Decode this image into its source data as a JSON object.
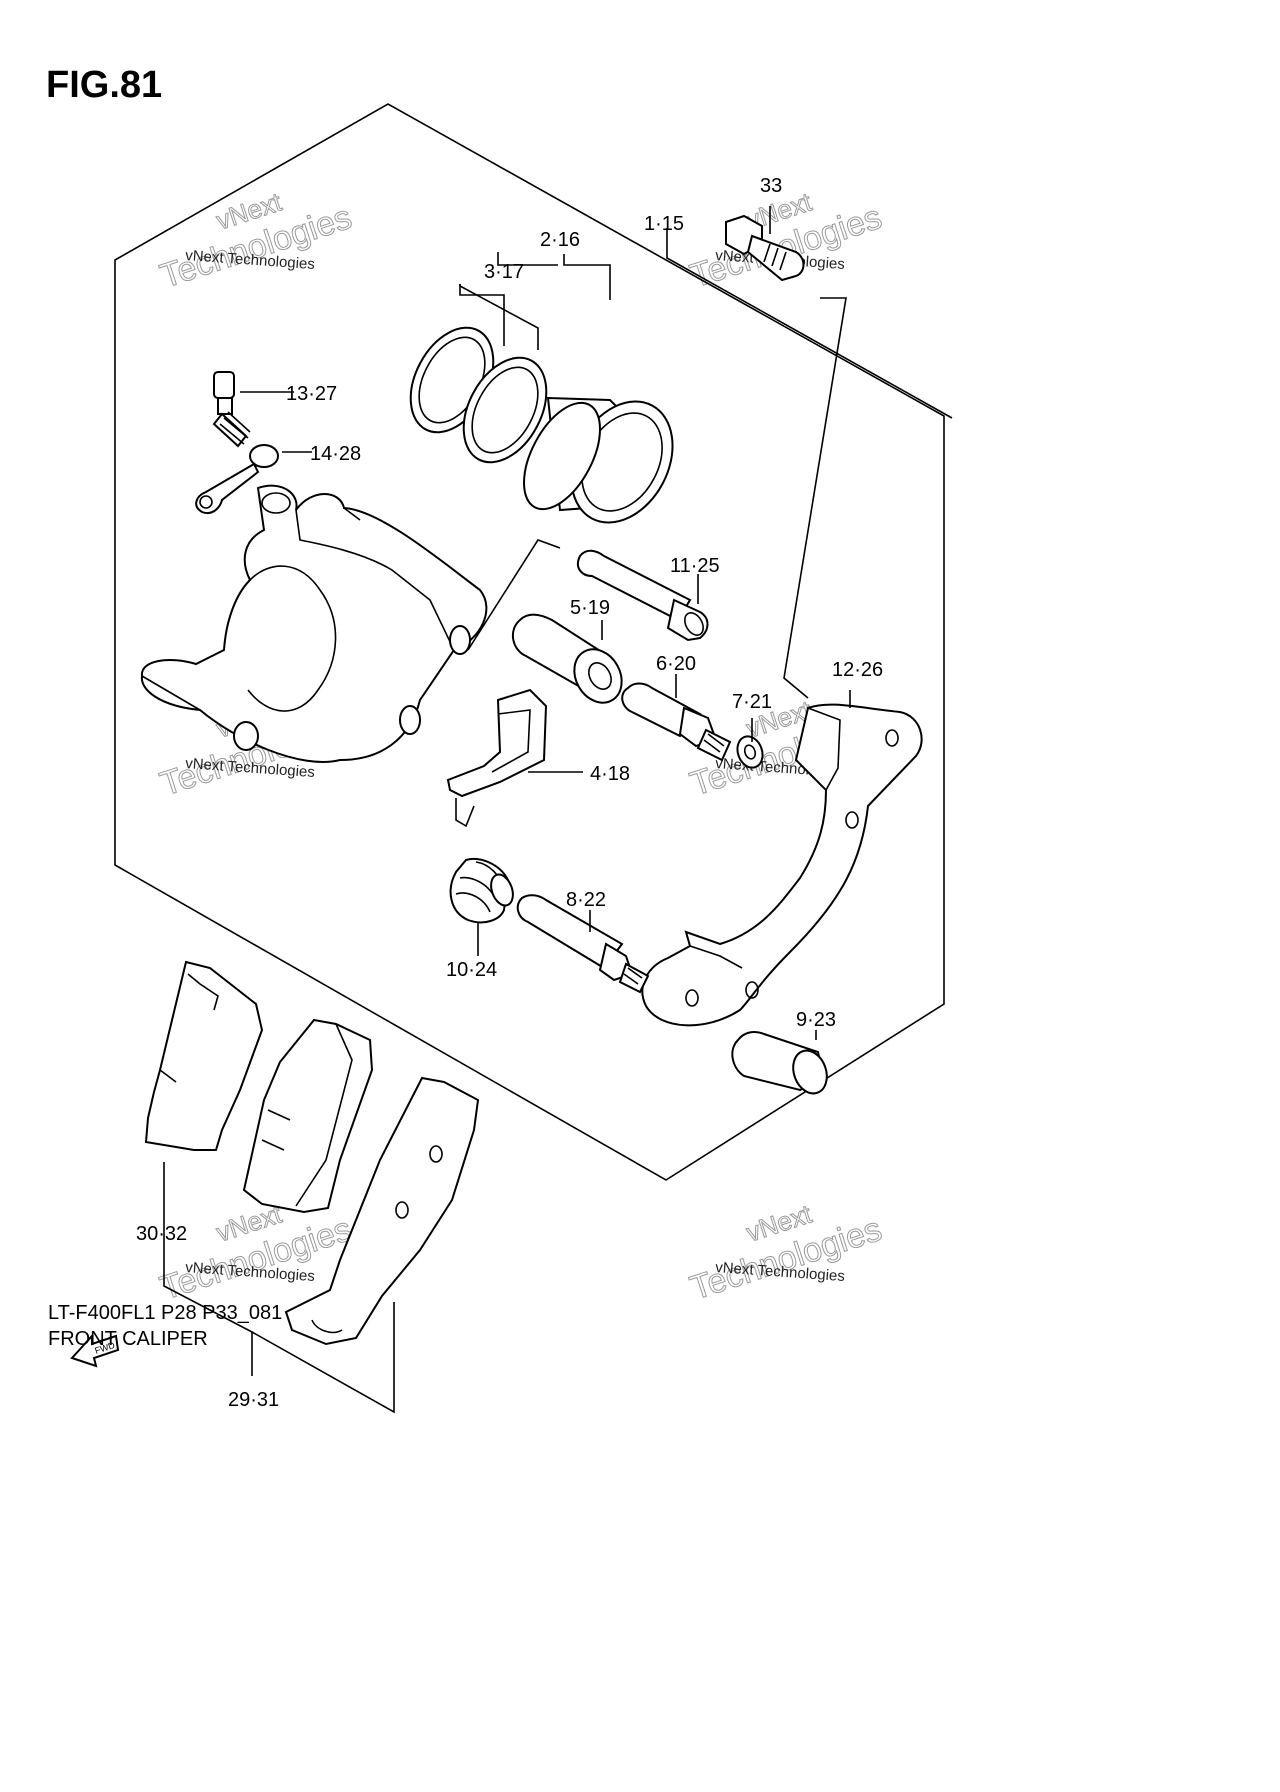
{
  "figure": {
    "title": "FIG.81"
  },
  "callouts": {
    "c1_15": "1·15",
    "c2_16": "2·16",
    "c3_17": "3·17",
    "c33": "33",
    "c13_27": "13·27",
    "c14_28": "14·28",
    "c11_25": "11·25",
    "c5_19": "5·19",
    "c6_20": "6·20",
    "c7_21": "7·21",
    "c12_26": "12·26",
    "c4_18": "4·18",
    "c8_22": "8·22",
    "c10_24": "10·24",
    "c9_23": "9·23",
    "c30_32": "30·32",
    "c29_31": "29·31"
  },
  "fwd_label": "FWD",
  "watermark": {
    "line1": "vNext Technologies",
    "line2": "Technologies",
    "line3": "vNext"
  },
  "footer": {
    "model_code": "LT-F400FL1 P28 P33_081",
    "diagram_name": "FRONT CALIPER"
  },
  "colors": {
    "ink": "#000000",
    "watermark": "#9a9a9a",
    "background": "#ffffff"
  }
}
